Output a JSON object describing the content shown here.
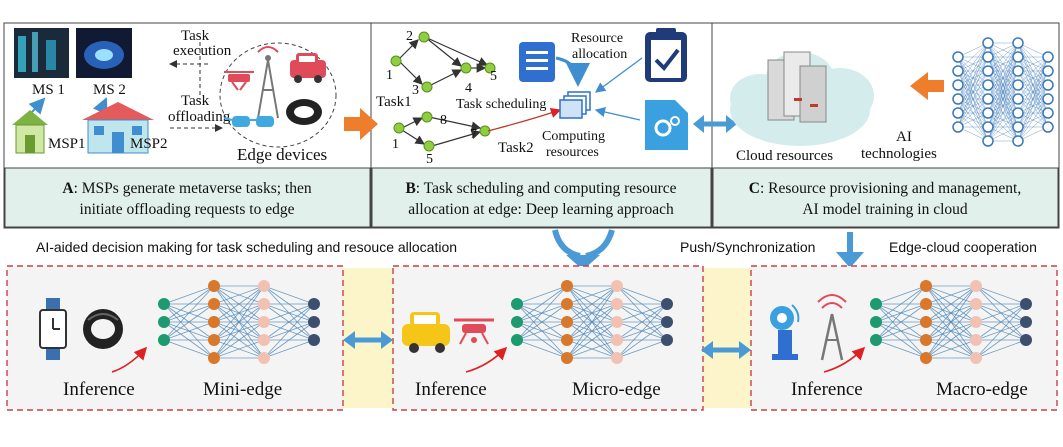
{
  "top": {
    "panelA": {
      "ms1": "MS 1",
      "ms2": "MS 2",
      "msp1": "MSP1",
      "msp2": "MSP2",
      "task_execution_1": "Task",
      "task_execution_2": "execution",
      "task_offloading_1": "Task",
      "task_offloading_2": "offloading",
      "edge_devices": "Edge devices",
      "caption_bold": "A",
      "caption_line1": ": MSPs generate metaverse tasks; then",
      "caption_line2": "initiate offloading requests to edge"
    },
    "panelB": {
      "task1": "Task1",
      "task2": "Task2",
      "task_scheduling": "Task scheduling",
      "resource_allocation_1": "Resource",
      "resource_allocation_2": "allocation",
      "computing_resources_1": "Computing",
      "computing_resources_2": "resources",
      "graph1_labels": [
        "1",
        "2",
        "3",
        "4",
        "5"
      ],
      "graph2_labels": [
        "1",
        "8",
        "5",
        "7"
      ],
      "caption_bold": "B",
      "caption_line1": ": Task scheduling and computing resource",
      "caption_line2": "allocation at edge: Deep learning approach"
    },
    "panelC": {
      "cloud_resources": "Cloud resources",
      "ai_1": "AI",
      "ai_2": "technologies",
      "caption_bold": "C",
      "caption_line1": ": Resource provisioning and management,",
      "caption_line2": "AI model training in cloud"
    }
  },
  "middle": {
    "ai_aided": "AI-aided decision making for task scheduling and resouce allocation",
    "push_sync": "Push/Synchronization",
    "edge_cloud": "Edge-cloud cooperation"
  },
  "bottom": {
    "mini": {
      "inference": "Inference",
      "label": "Mini-edge"
    },
    "micro": {
      "inference": "Inference",
      "label": "Micro-edge"
    },
    "macro": {
      "inference": "Inference",
      "label": "Macro-edge"
    }
  },
  "colors": {
    "caption_bg": "#e1f0ea",
    "panel_bg": "#f4f4f4",
    "connector_bg": "#fbf5c9",
    "dash_red": "#c8404a",
    "orange_arrow": "#ee7d2c",
    "blue_arrow": "#4a9ad6",
    "node_green": "#1e9a70",
    "node_orange": "#d9782b",
    "node_pink": "#f3c1b2",
    "node_navy": "#3c4f6e",
    "graph_green": "#8fce3f"
  }
}
